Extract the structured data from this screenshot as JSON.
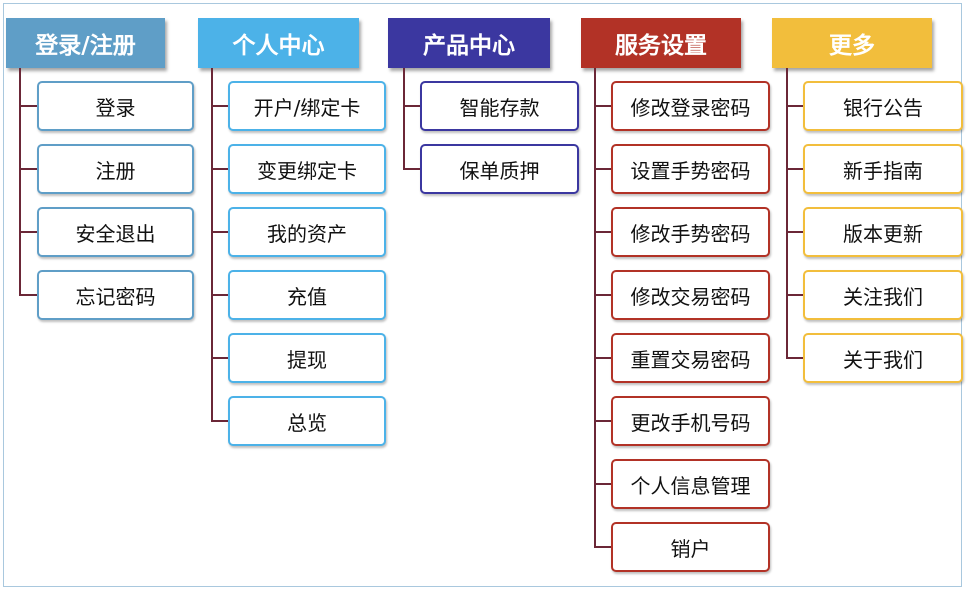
{
  "colors": {
    "connector": "#6b2737",
    "frame_border": "#a9c8de"
  },
  "columns": [
    {
      "id": "login",
      "header": "登录/注册",
      "header_color": "#5f9ec7",
      "item_border": "#5f9ec7",
      "items": [
        "登录",
        "注册",
        "安全退出",
        "忘记密码"
      ]
    },
    {
      "id": "personal",
      "header": "个人中心",
      "header_color": "#4cb2e8",
      "item_border": "#4cb2e8",
      "items": [
        "开户/绑定卡",
        "变更绑定卡",
        "我的资产",
        "充值",
        "提现",
        "总览"
      ]
    },
    {
      "id": "products",
      "header": "产品中心",
      "header_color": "#3b37a0",
      "item_border": "#3b37a0",
      "items": [
        "智能存款",
        "保单质押"
      ]
    },
    {
      "id": "services",
      "header": "服务设置",
      "header_color": "#b23226",
      "item_border": "#b23226",
      "items": [
        "修改登录密码",
        "设置手势密码",
        "修改手势密码",
        "修改交易密码",
        "重置交易密码",
        "更改手机号码",
        "个人信息管理",
        "销户"
      ]
    },
    {
      "id": "more",
      "header": "更多",
      "header_color": "#f2be3c",
      "item_border": "#f2be3c",
      "items": [
        "银行公告",
        "新手指南",
        "版本更新",
        "关注我们",
        "关于我们"
      ]
    }
  ]
}
